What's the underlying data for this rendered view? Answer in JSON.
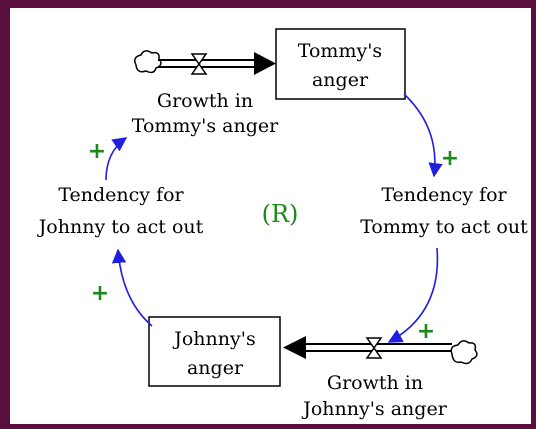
{
  "diagram": {
    "stocks": {
      "tommy": [
        "Tommy's",
        "anger"
      ],
      "johnny": [
        "Johnny's",
        "anger"
      ]
    },
    "flows": {
      "tommy": [
        "Growth in",
        "Tommy's anger"
      ],
      "johnny": [
        "Growth in",
        "Johnny's anger"
      ]
    },
    "variables": {
      "tommy_tendency": [
        "Tendency for",
        "Tommy to act out"
      ],
      "johnny_tendency": [
        "Tendency for",
        "Johnny to act out"
      ]
    },
    "loop_label": "(R)",
    "polarity_sign": "+",
    "colors": {
      "border": "#5a0f3e",
      "link": "#1f1fe0",
      "polarity": "#1a8a1a"
    }
  }
}
